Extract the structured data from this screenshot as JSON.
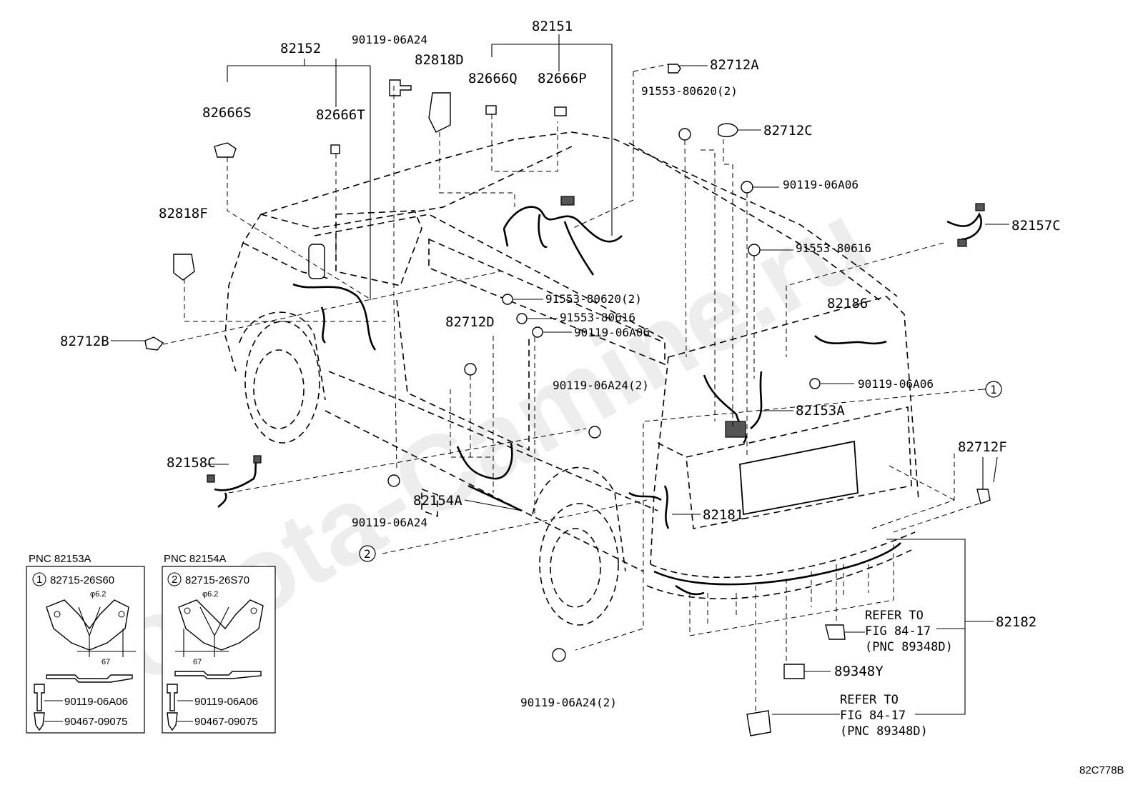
{
  "watermark": "Toyota-Camine.ru",
  "diagram_code": "82C778B",
  "callouts": {
    "p82151": "82151",
    "p82152": "82152",
    "p90119_06A24_top": "90119-06A24",
    "p82818D": "82818D",
    "p82666Q": "82666Q",
    "p82666P": "82666P",
    "p82666S": "82666S",
    "p82666T": "82666T",
    "p82712A": "82712A",
    "p91553_80620_2_top": "91553-80620(2)",
    "p82712C": "82712C",
    "p90119_06A06_a": "90119-06A06",
    "p82818F": "82818F",
    "p91553_80616_a": "91553-80616",
    "p82157C": "82157C",
    "p91553_80620_2_mid": "91553-80620(2)",
    "p91553_80616_b": "91553-80616",
    "p90119_06A06_b": "90119-06A06",
    "p82186": "82186",
    "p82712B": "82712B",
    "p82712D": "82712D",
    "p90119_06A06_c": "90119-06A06",
    "p90119_06A24_2_mid": "90119-06A24(2)",
    "p82153A": "82153A",
    "circle1": "1",
    "p82158C": "82158C",
    "p82712F": "82712F",
    "p82154A": "82154A",
    "p90119_06A24_low": "90119-06A24",
    "p82181": "82181",
    "circle2": "2",
    "p82182": "82182",
    "p89348Y": "89348Y",
    "p90119_06A24_2_bot": "90119-06A24(2)",
    "refer1": [
      "REFER TO",
      "FIG 84-17",
      "(PNC 89348D)"
    ],
    "refer2": [
      "REFER TO",
      "FIG 84-17",
      "(PNC 89348D)"
    ]
  },
  "inset1": {
    "title": "PNC 82153A",
    "circle": "1",
    "part": "82715-26S60",
    "dia": "φ6.2",
    "dim": "67",
    "bolt": "90119-06A06",
    "clip": "90467-09075"
  },
  "inset2": {
    "title": "PNC 82154A",
    "circle": "2",
    "part": "82715-26S70",
    "dia": "φ6.2",
    "dim": "67",
    "bolt": "90119-06A06",
    "clip": "90467-09075"
  }
}
